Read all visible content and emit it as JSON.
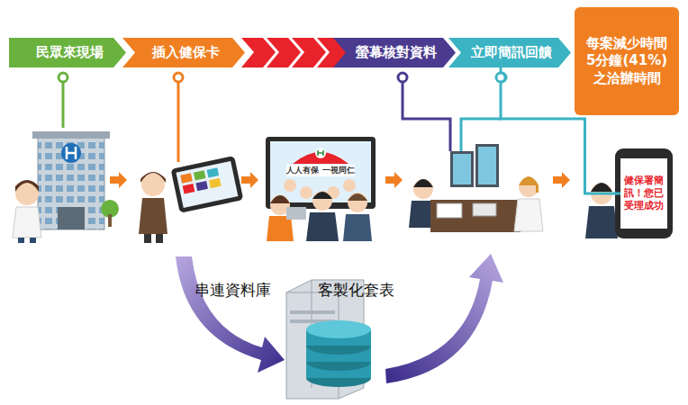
{
  "diagram": {
    "nodes": [
      {
        "text": [
          "民眾來現場"
        ]
      },
      {
        "text": [
          "插入健保卡"
        ]
      },
      {
        "text": [
          "螢幕核對資料"
        ]
      },
      {
        "text": [
          "立即簡訊回饋"
        ]
      },
      {
        "text": [
          "每案減少時間5分鐘(41%)之洽辦時間"
        ]
      },
      {
        "text": [
          "健保署簡訊！您已受理成功"
        ]
      }
    ],
    "edges": [
      {
        "from": 3,
        "to": 5,
        "arrow": "none"
      }
    ],
    "labels": [
      "人人有保 一視同仁",
      "串連資料庫",
      "客製化套表"
    ]
  }
}
